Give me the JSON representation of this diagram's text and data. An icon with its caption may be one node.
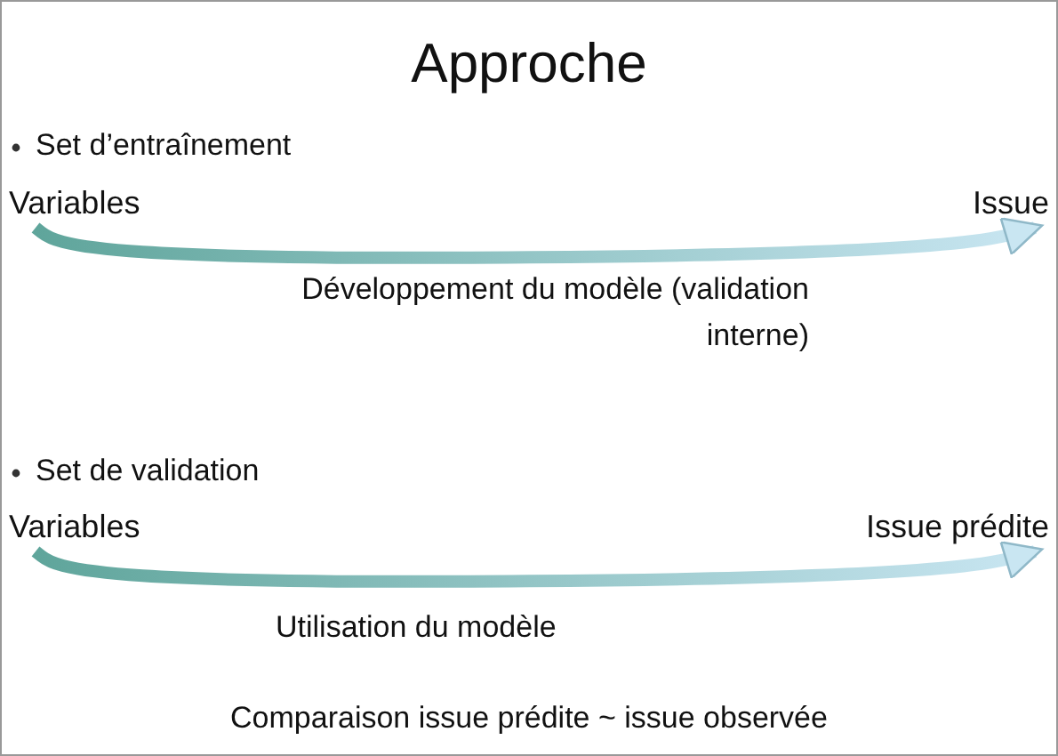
{
  "diagram": {
    "title": "Approche",
    "nodes": [
      {
        "text": [
          "Variables"
        ]
      },
      {
        "text": [
          "Issue"
        ]
      },
      {
        "text": [
          "Variables"
        ]
      },
      {
        "text": [
          "Issue prédite"
        ]
      }
    ],
    "edges": [
      {
        "from": 0,
        "to": 1,
        "arrow": "to",
        "label": "Développement du modèle (validation interne)"
      },
      {
        "from": 2,
        "to": 3,
        "arrow": "to",
        "label": "Utilisation du modèle"
      }
    ],
    "labels": [
      "Set d’entraînement",
      "Set de validation",
      "Comparaison issue prédite ~ issue observée"
    ]
  }
}
